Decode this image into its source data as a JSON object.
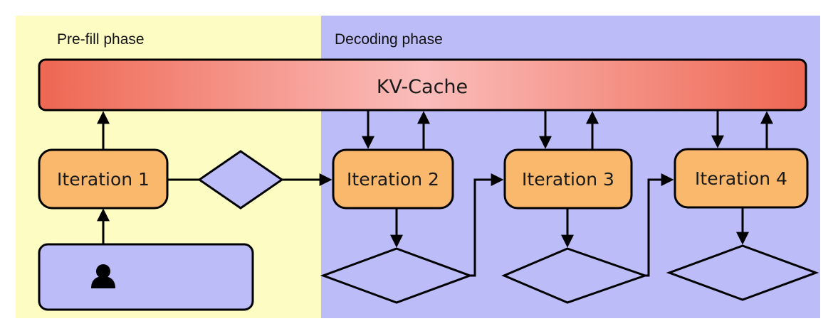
{
  "phases": {
    "prefill": {
      "title": "Pre-fill phase"
    },
    "decoding": {
      "title": "Decoding phase"
    }
  },
  "kv_cache": {
    "label": "KV-Cache"
  },
  "iterations": [
    {
      "label": "Iteration 1"
    },
    {
      "label": "Iteration 2"
    },
    {
      "label": "Iteration 3"
    },
    {
      "label": "Iteration 4"
    }
  ],
  "user_input": {
    "icon": "user-icon"
  },
  "colors": {
    "prefill_bg": "#FDFDC3",
    "decoding_bg": "#BCBCF9",
    "iteration_fill": "#FAB86C",
    "diamond_fill": "#BCBCF9",
    "kv_edge": "#EE6752",
    "kv_center": "#FBBDBB",
    "stroke": "#000000"
  }
}
